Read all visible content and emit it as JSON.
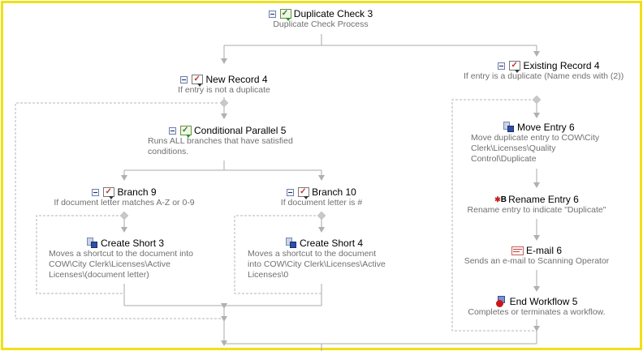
{
  "nodes": {
    "duplicate_check": {
      "title": "Duplicate Check 3",
      "desc": "Duplicate Check Process"
    },
    "new_record": {
      "title": "New Record 4",
      "desc": "If entry is  not a duplicate"
    },
    "existing_record": {
      "title": "Existing Record 4",
      "desc": "If entry is a duplicate (Name ends with (2))"
    },
    "conditional_parallel": {
      "title": "Conditional Parallel 5",
      "desc": "Runs ALL branches that have satisfied conditions."
    },
    "branch9": {
      "title": "Branch 9",
      "desc": "If document letter matches A-Z or 0-9"
    },
    "branch10": {
      "title": "Branch 10",
      "desc": "If document letter is #"
    },
    "create_short3": {
      "title": "Create Short 3",
      "desc": "Moves a shortcut to the document into COW\\City Clerk\\Licenses\\Active Licenses\\(document letter)"
    },
    "create_short4": {
      "title": "Create Short 4",
      "desc": "Moves a shortcut to the document into COW\\City Clerk\\Licenses\\Active Licenses\\0"
    },
    "move_entry": {
      "title": "Move Entry 6",
      "desc": "Move duplicate entry to COW\\City Clerk\\Licenses\\Quality Control\\Duplicate"
    },
    "rename_entry": {
      "title": "Rename Entry 6",
      "desc": "Rename entry to indicate \"Duplicate\""
    },
    "email": {
      "title": "E-mail 6",
      "desc": "Sends an e-mail to Scanning Operator"
    },
    "end_workflow": {
      "title": "End Workflow 5",
      "desc": "Completes or terminates a workflow."
    }
  },
  "icons": {
    "rename_glyph": "B"
  },
  "colors": {
    "frame": "#f0e016",
    "wire": "#aaaaaa",
    "desc_text": "#707070"
  }
}
